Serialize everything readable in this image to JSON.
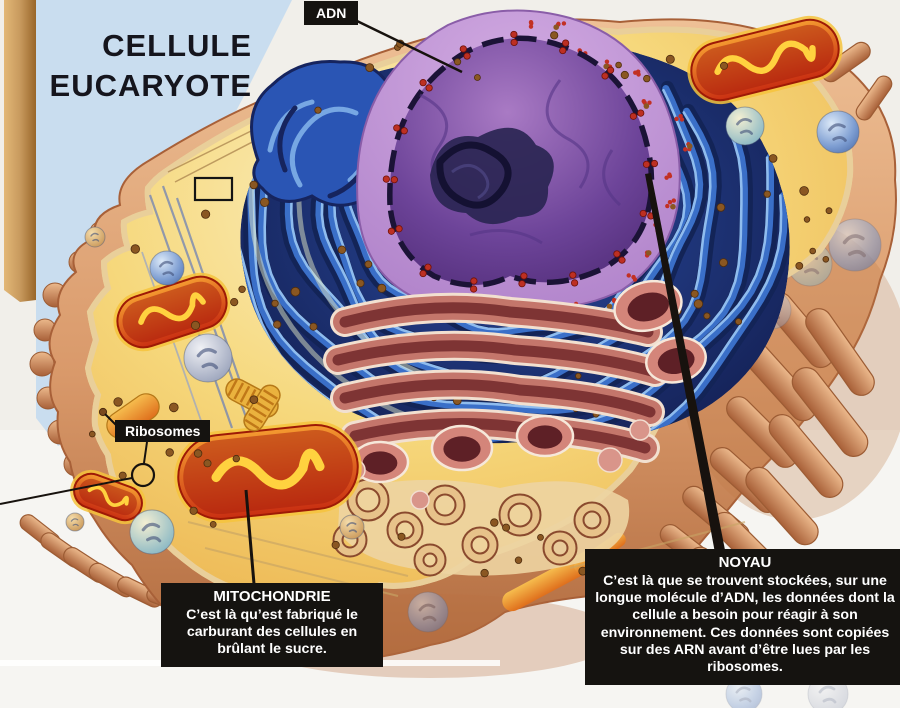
{
  "title": {
    "line1": "CELLULE",
    "line2": "EUCARYOTE"
  },
  "callouts": {
    "adn": {
      "label": "ADN"
    },
    "ribosomes": {
      "label": "Ribosomes"
    },
    "mitochondrie": {
      "title": "MITOCHONDRIE",
      "body": "C’est là qu’est fabriqué le carburant des cellules en brûlant le sucre."
    },
    "noyau": {
      "title": "NOYAU",
      "body": "C’est là que se trouvent stockées, sur une longue molécule d’ADN, les données dont la cellule a besoin pour réagir à son environnement. Ces données sont copiées sur des ARN avant d’être lues par les ribosomes."
    }
  },
  "colors": {
    "background": "#f1efea",
    "title_panel": "#c9ddef",
    "page_edge": "#c89a5e",
    "callout_bg": "#151310",
    "callout_text": "#ffffff",
    "cell_membrane": "#d99868",
    "cytoplasm": "#f5d77c",
    "er_blue": "#2a55b4",
    "nucleus_purple": "#7a4fa4",
    "nucleus_rim": "#bb93d0",
    "golgi_pink": "#c4766b",
    "mitochondria_orange": "#d2401a",
    "ribosome_dot": "#8a5722"
  }
}
